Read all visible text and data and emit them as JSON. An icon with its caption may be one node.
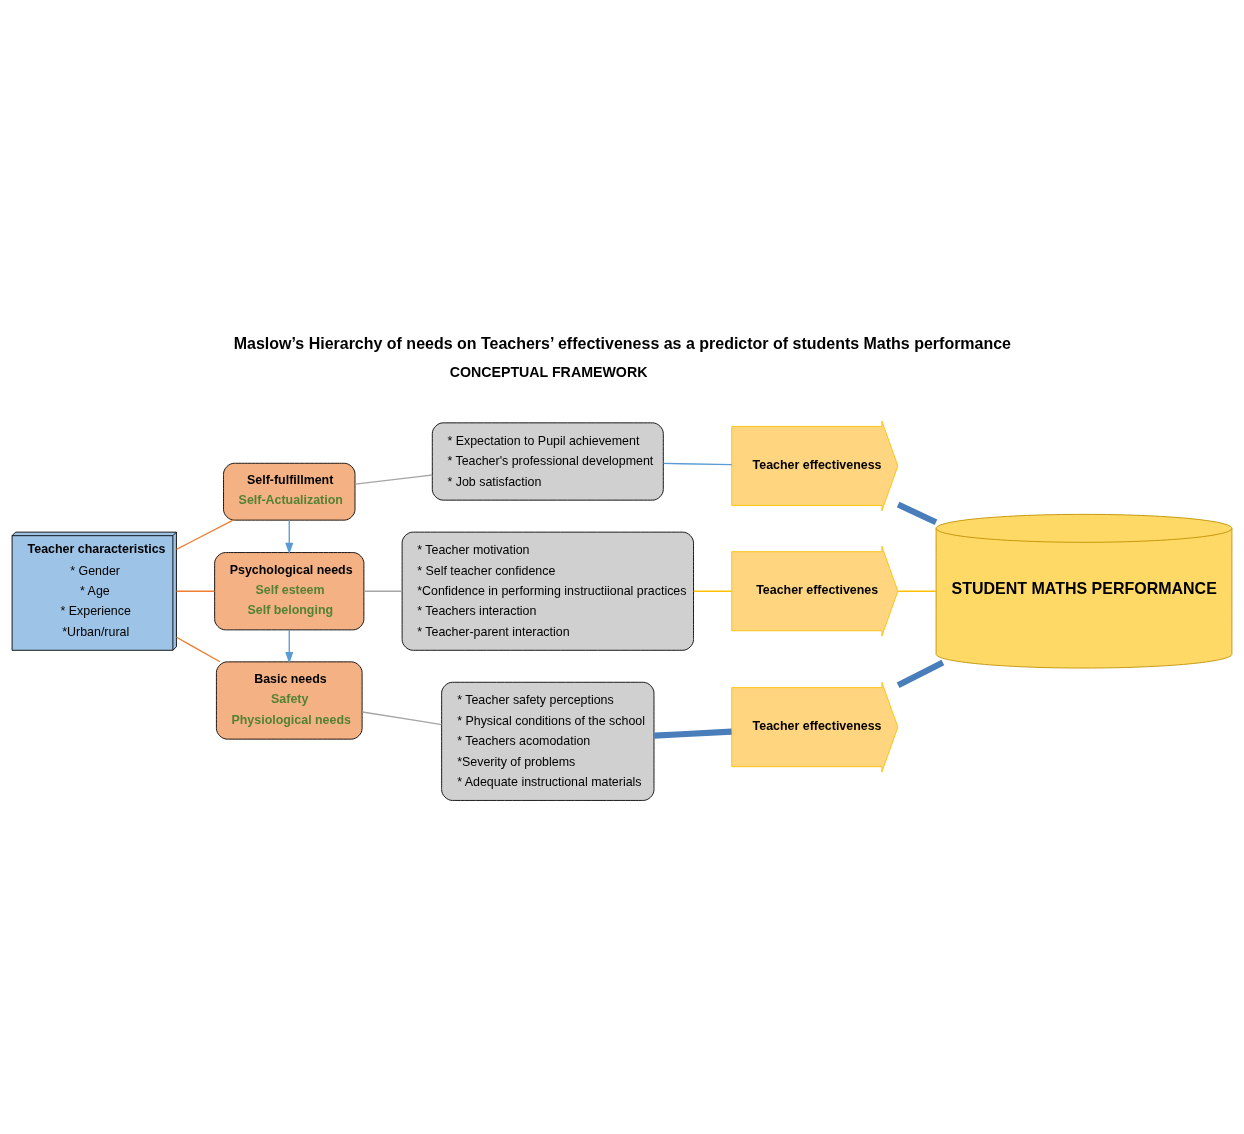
{
  "diagram": {
    "title": "Maslow’s Hierarchy of needs on Teachers’ effectiveness as a predictor of students Maths performance",
    "nodes": [
      {
        "text": [
          "Teacher characteristics",
          "* Gender",
          "* Age",
          "* Experience",
          "*Urban/rural"
        ]
      },
      {
        "text": [
          "Self-fulfillment",
          "Self-Actualization"
        ]
      },
      {
        "text": [
          "Psychological needs",
          "Self esteem",
          "Self belonging"
        ]
      },
      {
        "text": [
          "Basic needs",
          "Safety",
          "Physiological needs"
        ]
      },
      {
        "text": [
          "* Expectation to Pupil achievement",
          "* Teacher's professional development",
          "* Job satisfaction"
        ]
      },
      {
        "text": [
          "* Teacher motivation",
          "* Self teacher confidence",
          "*Confidence in performing instructiional practices",
          "* Teachers interaction",
          "* Teacher-parent interaction"
        ]
      },
      {
        "text": [
          "* Teacher safety perceptions",
          "* Physical conditions of the school",
          "* Teachers acomodation",
          "*Severity of problems",
          "* Adequate instructional materials"
        ]
      },
      {
        "text": [
          "Teacher effectiveness"
        ]
      },
      {
        "text": [
          "Teacher effectivenes"
        ]
      },
      {
        "text": [
          "Teacher effectiveness"
        ]
      },
      {
        "text": [
          "STUDENT MATHS PERFORMANCE"
        ]
      }
    ],
    "edges": [
      {
        "from": 0,
        "to": 1,
        "arrow": "none",
        "color": "#ed7d31"
      },
      {
        "from": 0,
        "to": 2,
        "arrow": "none",
        "color": "#ed7d31"
      },
      {
        "from": 0,
        "to": 3,
        "arrow": "none",
        "color": "#ed7d31"
      },
      {
        "from": 1,
        "to": 2,
        "arrow": "to",
        "color": "#5b9bd5"
      },
      {
        "from": 2,
        "to": 3,
        "arrow": "to",
        "color": "#5b9bd5"
      },
      {
        "from": 1,
        "to": 4,
        "arrow": "none",
        "color": "#a5a5a5"
      },
      {
        "from": 2,
        "to": 5,
        "arrow": "none",
        "color": "#a5a5a5"
      },
      {
        "from": 3,
        "to": 6,
        "arrow": "none",
        "color": "#a5a5a5"
      },
      {
        "from": 4,
        "to": 7,
        "arrow": "none",
        "color": "#5b9bd5"
      },
      {
        "from": 7,
        "to": 10,
        "arrow": "none",
        "color": "#4a7ebb",
        "style": "thick"
      },
      {
        "from": 5,
        "to": 8,
        "arrow": "none",
        "color": "#ffc000"
      },
      {
        "from": 8,
        "to": 10,
        "arrow": "none",
        "color": "#ffc000"
      },
      {
        "from": 6,
        "to": 9,
        "arrow": "none",
        "color": "#4a7ebb",
        "style": "thick"
      },
      {
        "from": 9,
        "to": 10,
        "arrow": "none",
        "color": "#4a7ebb",
        "style": "thick"
      }
    ],
    "labels": [
      "CONCEPTUAL FRAMEWORK"
    ]
  }
}
